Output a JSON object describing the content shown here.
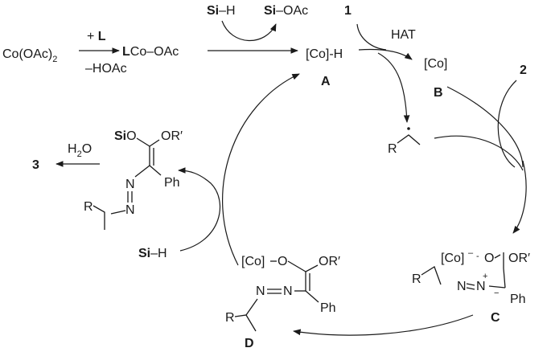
{
  "reagents": {
    "co_oac2": "Co(OAc)",
    "co_oac2_sub": "2",
    "plus_L_plus": "+ ",
    "plus_L_L": "L",
    "minus_hoac": "–HOAc",
    "lco_L": "L",
    "lco_rest": "Co–OAc",
    "si_h_top_si": "Si",
    "si_h_top_rest": "–H",
    "si_oac_si": "Si",
    "si_oac_rest": "–OAc",
    "cmpd_1": "1",
    "cmpd_2": "2",
    "cmpd_3": "3",
    "hat": "HAT",
    "h2o": "H",
    "h2o_sub": "2",
    "h2o_o": "O",
    "si_h_bottom_si": "Si",
    "si_h_bottom_rest": "–H"
  },
  "species": {
    "A": {
      "formula": "[Co]-H",
      "label": "A"
    },
    "B": {
      "formula": "[Co]",
      "label": "B"
    },
    "C": {
      "label": "C",
      "co": "[Co]",
      "o": "O",
      "or": "OR′",
      "r": "R",
      "ph": "Ph",
      "n": "N",
      "plus": "+",
      "minus": "−"
    },
    "D": {
      "label": "D",
      "co": "[Co]",
      "o": "O",
      "or": "OR′",
      "r": "R",
      "ph": "Ph",
      "n": "N"
    },
    "silyl": {
      "si": "Si",
      "o": "O",
      "or": "OR′",
      "ph": "Ph",
      "n": "N",
      "r": "R"
    },
    "radical": {
      "r": "R"
    }
  }
}
